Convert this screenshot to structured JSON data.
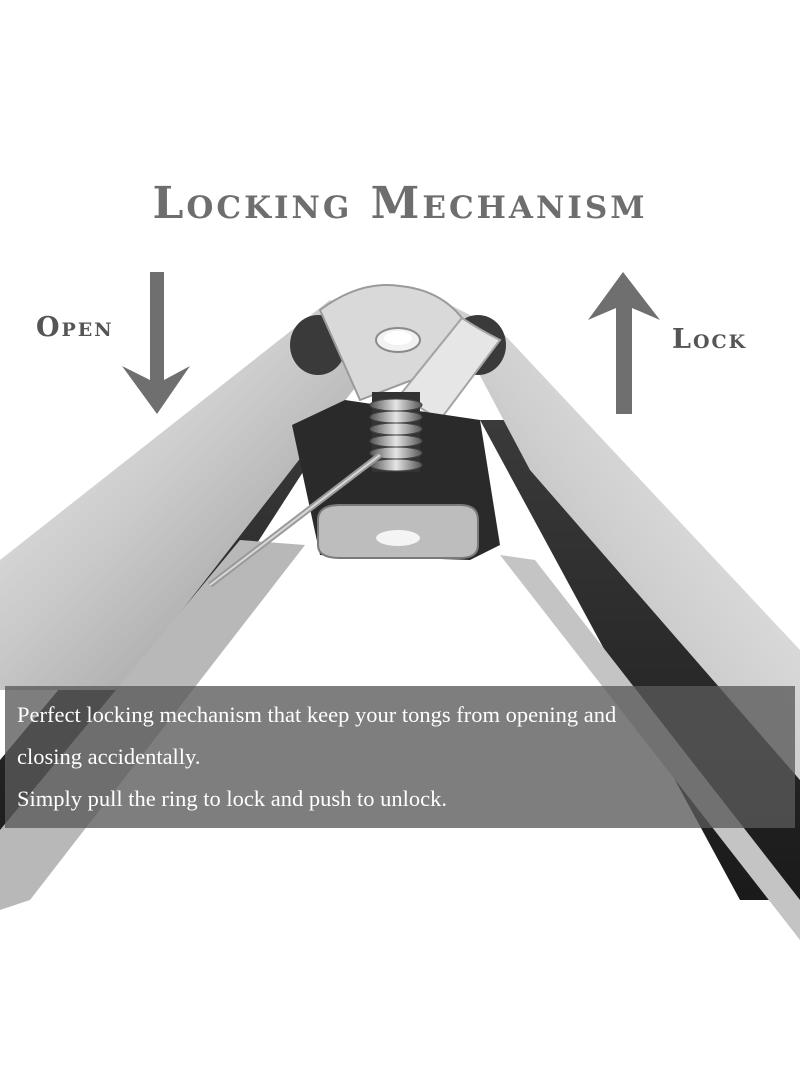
{
  "title": "Locking Mechanism",
  "labels": {
    "open": "Open",
    "lock": "Lock"
  },
  "icons": {
    "down": "arrow-down-icon",
    "up": "arrow-up-icon"
  },
  "caption": {
    "line1": "Perfect locking mechanism that keep your tongs from opening and",
    "line2": "closing accidentally.",
    "line3": "Simply pull the ring to lock and push to unlock."
  },
  "colors": {
    "title": "#6e6e6e",
    "overlay": "#5a5a5a"
  }
}
